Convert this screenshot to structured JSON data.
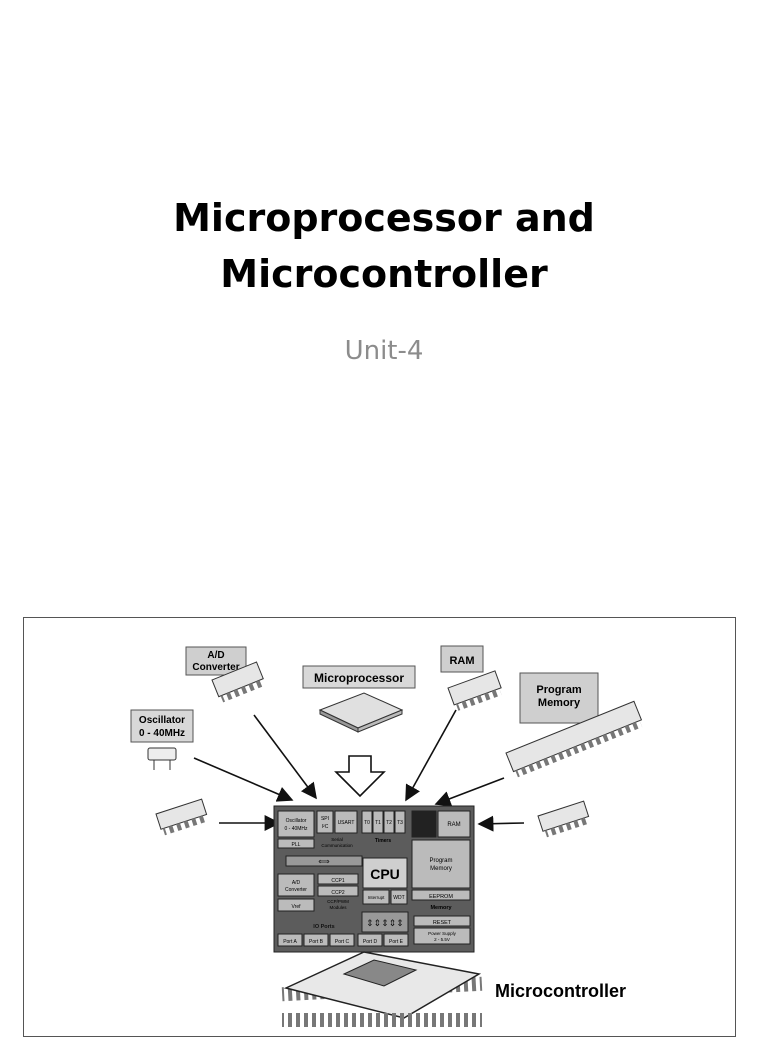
{
  "slide": {
    "title_line1": "Microprocessor and",
    "title_line2": "Microcontroller",
    "subtitle": "Unit-4"
  },
  "figure": {
    "ad_converter": [
      "A/D",
      "Converter"
    ],
    "microprocessor": "Microprocessor",
    "ram": "RAM",
    "program_memory": [
      "Program",
      "Memory"
    ],
    "oscillator": [
      "Oscillator",
      "0 - 40MHz"
    ],
    "microcontroller": "Microcontroller",
    "chip": {
      "oscillator": [
        "Oscillator",
        "0 - 40MHz"
      ],
      "pll": "PLL",
      "spi": [
        "SPI",
        "I²C"
      ],
      "usart": "USART",
      "serial": [
        "Serial",
        "Communication"
      ],
      "t0": "T0",
      "t1": "T1",
      "t2": "T2",
      "t3": "T3",
      "timers": "Timers",
      "ram": "RAM",
      "ad": [
        "A/D",
        "Converter"
      ],
      "vref": "Vref",
      "ccp1": "CCP1",
      "ccp2": "CCP2",
      "ccp_modules": [
        "CCP/PWM",
        "Modules"
      ],
      "cpu": "CPU",
      "interrupt": "Interrupt",
      "wdt": "WDT",
      "program_memory": [
        "Program",
        "Memory"
      ],
      "eeprom": "EEPROM",
      "memory": "Memory",
      "reset": "RESET",
      "power_supply": [
        "Power Supply",
        "2 - 5.5V"
      ],
      "io_ports": "IO Ports",
      "ports": [
        "Port A",
        "Port B",
        "Port C",
        "Port D",
        "Port E"
      ]
    }
  }
}
